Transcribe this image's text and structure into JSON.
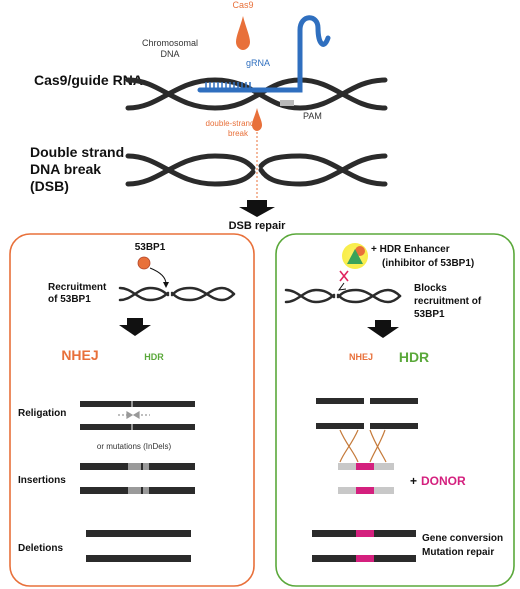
{
  "top": {
    "cas9_guide_label": "Cas9/guide RNA",
    "chromosomal_line1": "Chromosomal",
    "chromosomal_line2": "DNA",
    "cas9_label": "Cas9",
    "grna_label": "gRNA",
    "pam_label": "PAM",
    "dsb_line1": "double-strand",
    "dsb_line2": "break",
    "dsb_title_line1": "Double strand",
    "dsb_title_line2": "DNA break",
    "dsb_title_line3": "(DSB)",
    "repair_label": "DSB repair"
  },
  "left_panel": {
    "protein_label": "53BP1",
    "recruit_line1": "Recruitment",
    "recruit_line2": "of 53BP1",
    "nhej_label": "NHEJ",
    "hdr_label": "HDR",
    "religation_label": "Religation",
    "mutations_note": "or mutations (InDels)",
    "insertions_label": "Insertions",
    "deletions_label": "Deletions"
  },
  "right_panel": {
    "enhancer_label": "+ HDR Enhancer",
    "enhancer_sub": "(inhibitor of 53BP1)",
    "blocks_line1": "Blocks",
    "blocks_line2": "recruitment of",
    "blocks_line3": "53BP1",
    "nhej_label": "NHEJ",
    "hdr_label": "HDR",
    "donor_plus": "+",
    "donor_label": "DONOR",
    "gene_conversion": "Gene conversion",
    "mutation_repair": "Mutation repair"
  },
  "colors": {
    "orange": "#e8703a",
    "green": "#5aa83a",
    "blue": "#2f6fbf",
    "magenta": "#d4207e",
    "dark": "#2b2b2b",
    "light_grey": "#b9b9b9"
  }
}
